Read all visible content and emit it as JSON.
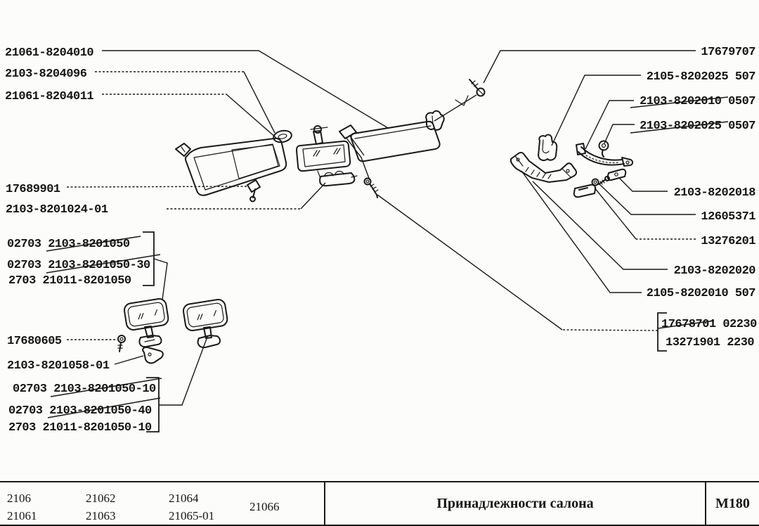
{
  "colors": {
    "paper": "#fcfdfa",
    "ink": "#1a1a1a"
  },
  "labels": {
    "left": [
      "21061-8204010",
      "2103-8204096",
      "21061-8204011",
      "17689901",
      "2103-8201024-01",
      "02703 2103-8201050",
      "02703 2103-8201050-30",
      "2703 21011-8201050",
      "17680605",
      "2103-8201058-01",
      "02703 2103-8201050-10",
      "02703 2103-8201050-40",
      "2703 21011-8201050-10"
    ],
    "right": [
      "17679707",
      "2105-8202025 507",
      "2103-8202010 0507",
      "2103-8202025 0507",
      "2103-8202018",
      "12605371",
      "13276201",
      "2103-8202020",
      "2105-8202010 507",
      "17678701 02230",
      "13271901 2230"
    ]
  },
  "footer": {
    "models_col1": [
      "2106",
      "21061"
    ],
    "models_col2": [
      "21062",
      "21063"
    ],
    "models_col3": [
      "21064",
      "21065-01"
    ],
    "models_col4": "21066",
    "title": "Принадлежности салона",
    "code": "М180"
  }
}
